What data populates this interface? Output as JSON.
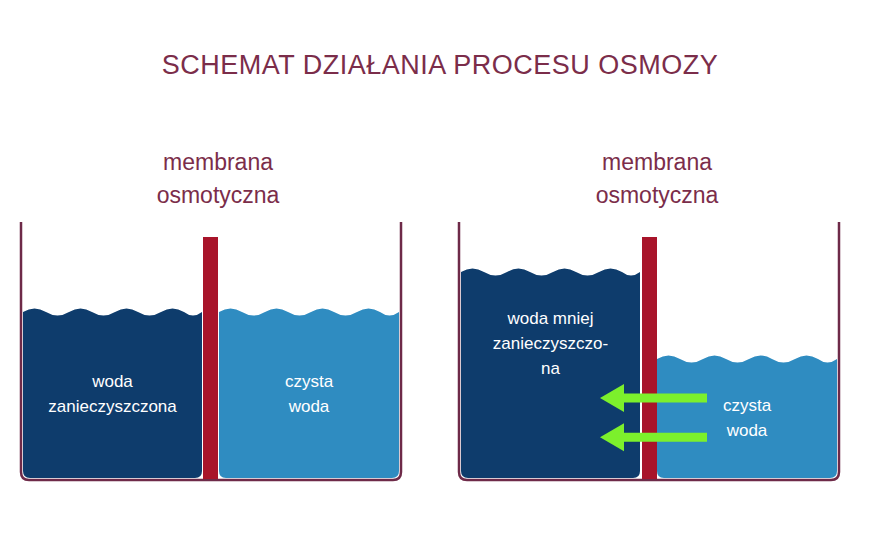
{
  "diagram": {
    "title": "SCHEMAT DZIAŁANIA PROCESU OSMOZY",
    "nodes": [
      {
        "text": [
          "woda zanieczyszczona"
        ]
      },
      {
        "text": [
          "czysta woda"
        ]
      },
      {
        "text": [
          "woda mniej zanieczyszczo-na"
        ]
      },
      {
        "text": [
          "czysta woda"
        ]
      }
    ],
    "edges": [
      {
        "from": 3,
        "to": 2,
        "arrow": "to"
      },
      {
        "from": 3,
        "to": 2,
        "arrow": "to"
      }
    ],
    "labels": [
      "membrana osmotyczna",
      "membrana osmotyczna"
    ]
  }
}
